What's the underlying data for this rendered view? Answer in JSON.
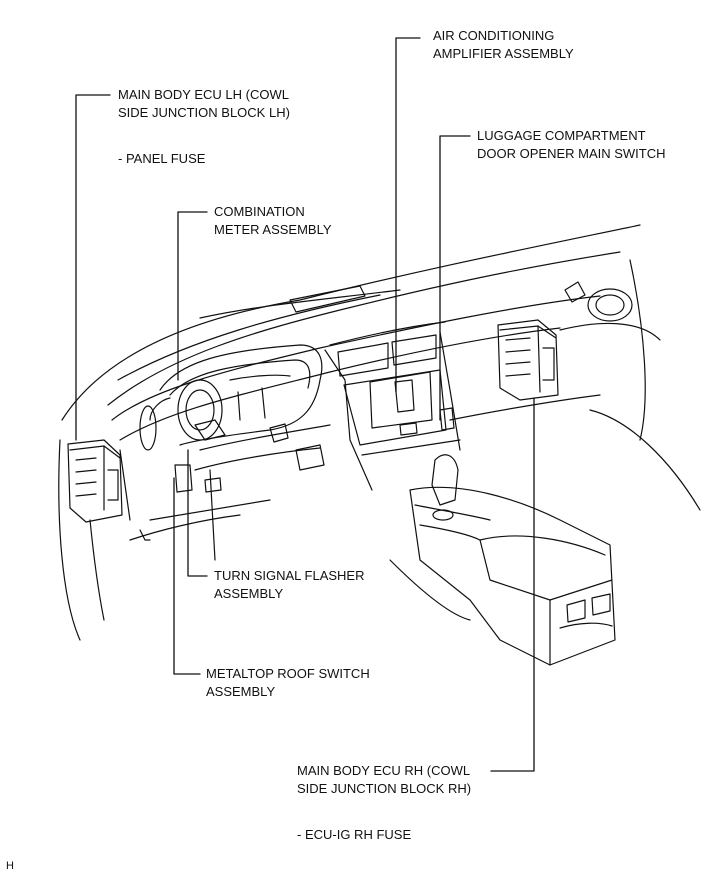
{
  "callouts": {
    "air_conditioning": {
      "line1": "AIR CONDITIONING",
      "line2": "AMPLIFIER ASSEMBLY"
    },
    "main_body_ecu_lh": {
      "line1": "MAIN BODY ECU LH (COWL",
      "line2": "SIDE JUNCTION BLOCK LH)",
      "fuse": "- PANEL FUSE"
    },
    "luggage_switch": {
      "line1": "LUGGAGE COMPARTMENT",
      "line2": "DOOR OPENER MAIN SWITCH"
    },
    "combination_meter": {
      "line1": "COMBINATION",
      "line2": "METER ASSEMBLY"
    },
    "turn_signal": {
      "line1": "TURN SIGNAL FLASHER",
      "line2": "ASSEMBLY"
    },
    "metaltop_switch": {
      "line1": "METALTOP ROOF SWITCH",
      "line2": "ASSEMBLY"
    },
    "main_body_ecu_rh": {
      "line1": "MAIN BODY ECU RH (COWL",
      "line2": "SIDE JUNCTION BLOCK RH)",
      "fuse": "- ECU-IG RH FUSE"
    }
  },
  "corner_mark": "H",
  "colors": {
    "ink": "#111111",
    "background": "#ffffff"
  }
}
